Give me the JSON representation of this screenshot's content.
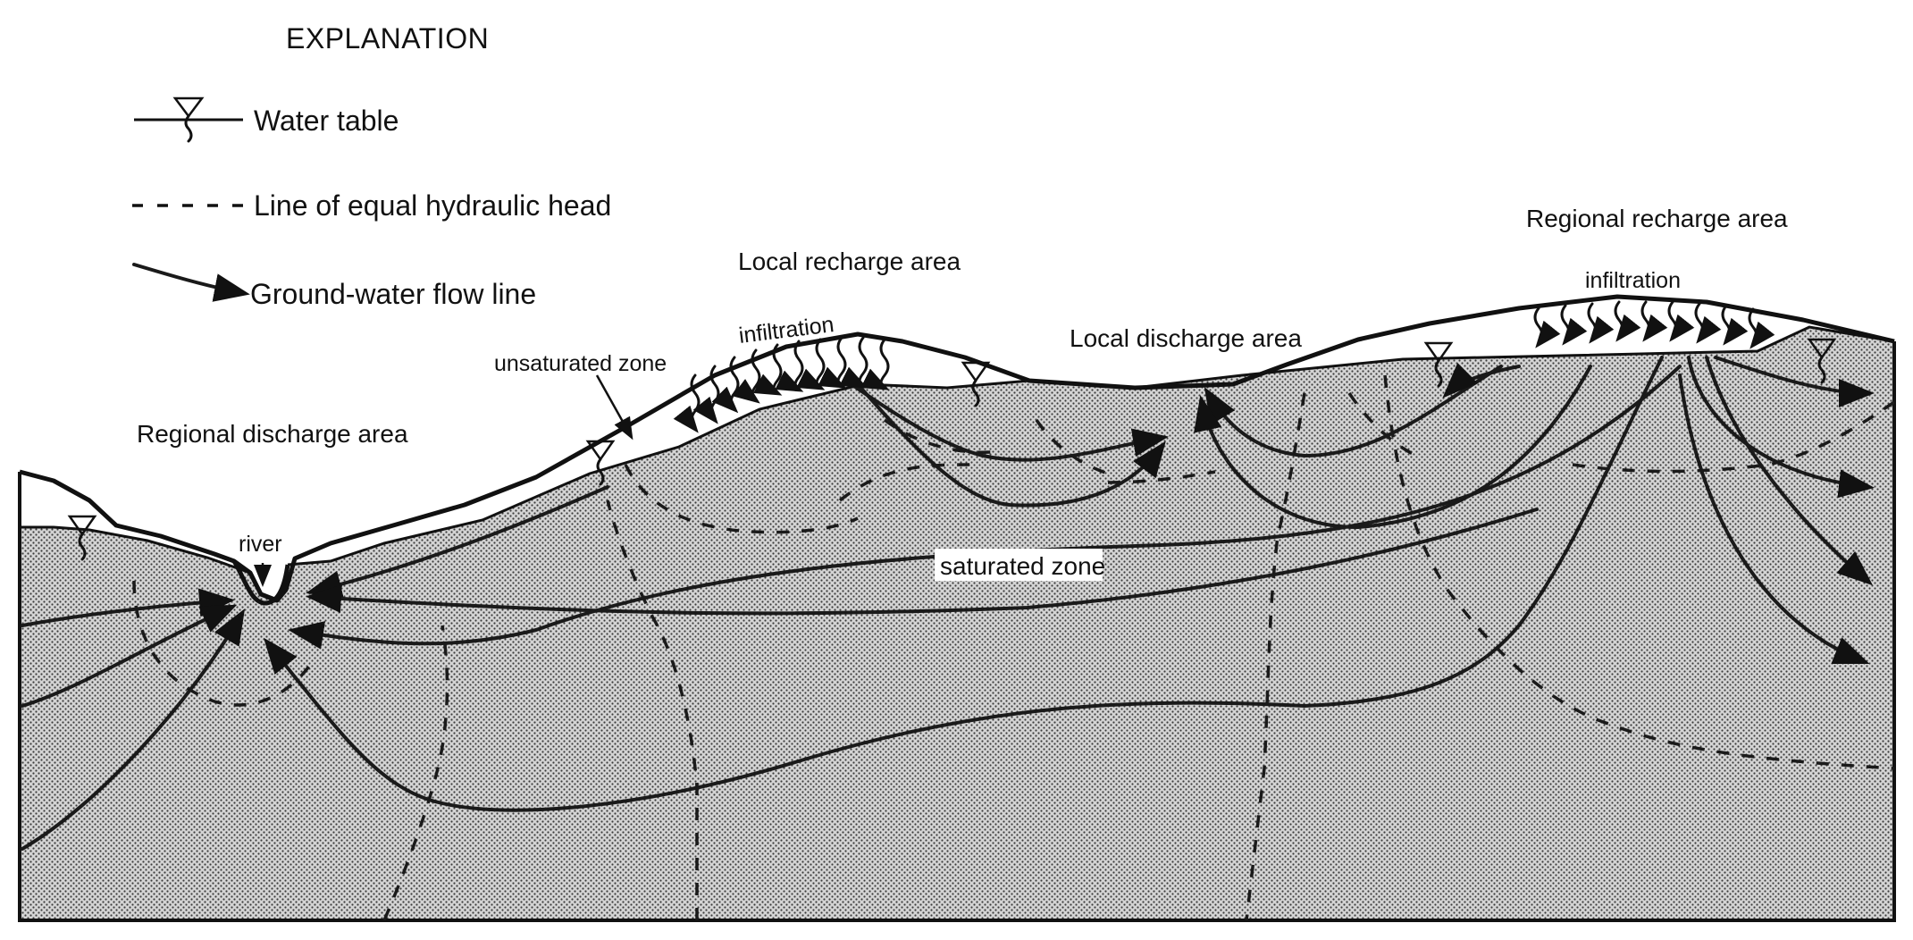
{
  "legend": {
    "title": "EXPLANATION",
    "items": [
      {
        "symbol": "water-table-symbol",
        "label": "Water table"
      },
      {
        "symbol": "dashed-line",
        "label": "Line of equal hydraulic head"
      },
      {
        "symbol": "arrow-line",
        "label": "Ground-water flow line"
      }
    ]
  },
  "labels": {
    "regional_discharge": "Regional discharge area",
    "local_recharge": "Local recharge area",
    "local_discharge": "Local discharge area",
    "regional_recharge": "Regional recharge area",
    "infiltration_local": "infiltration",
    "infiltration_regional": "infiltration",
    "unsaturated_zone": "unsaturated zone",
    "saturated_zone": "saturated zone",
    "river": "river"
  },
  "colors": {
    "ink": "#111111",
    "stipple_dot": "#4a4a4a",
    "unsaturated_fill": "#ffffff",
    "background": "#ffffff"
  }
}
